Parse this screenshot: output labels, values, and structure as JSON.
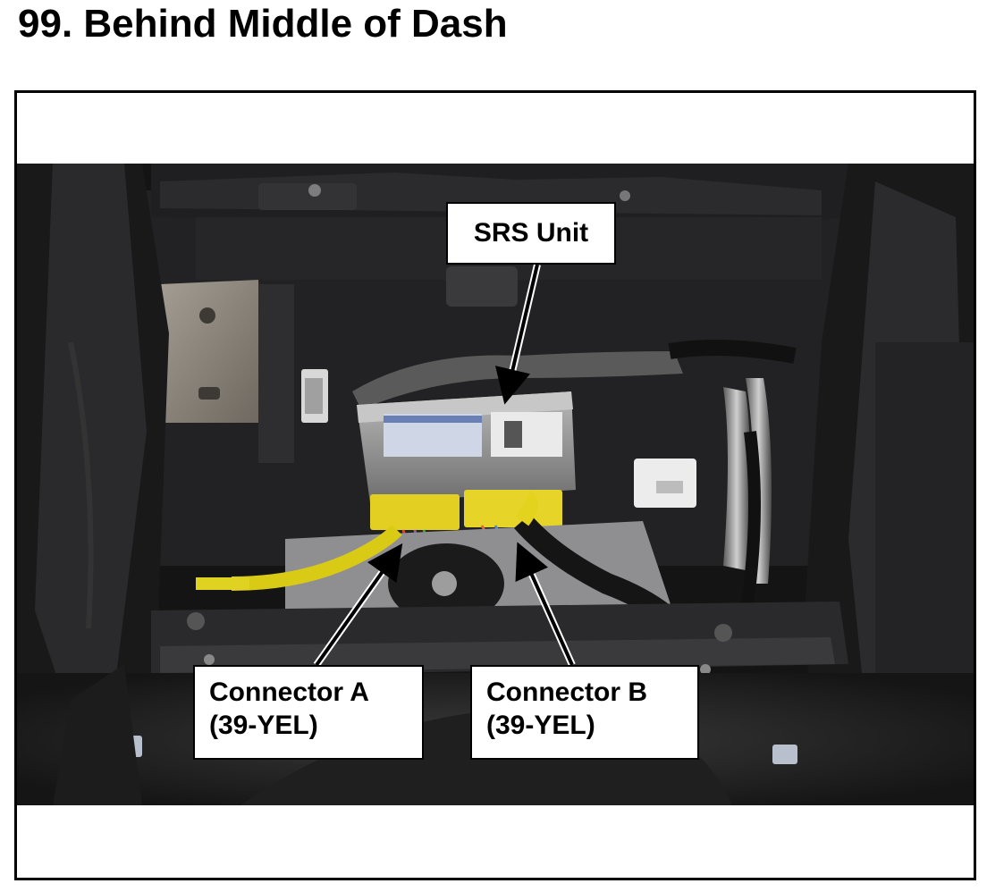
{
  "page": {
    "title": "99.  Behind Middle of Dash"
  },
  "photo": {
    "subject": "srs-unit-photo"
  },
  "callouts": {
    "srs_unit": "SRS Unit",
    "connector_a_line1": "Connector A",
    "connector_a_line2": "(39-YEL)",
    "connector_b_line1": "Connector B",
    "connector_b_line2": "(39-YEL)"
  },
  "colors": {
    "connector": "#e6d21e",
    "harness_tape": "#e8d81a",
    "module_housing": "#9a9a9a",
    "dash_plastic": "#1c1c1e"
  }
}
